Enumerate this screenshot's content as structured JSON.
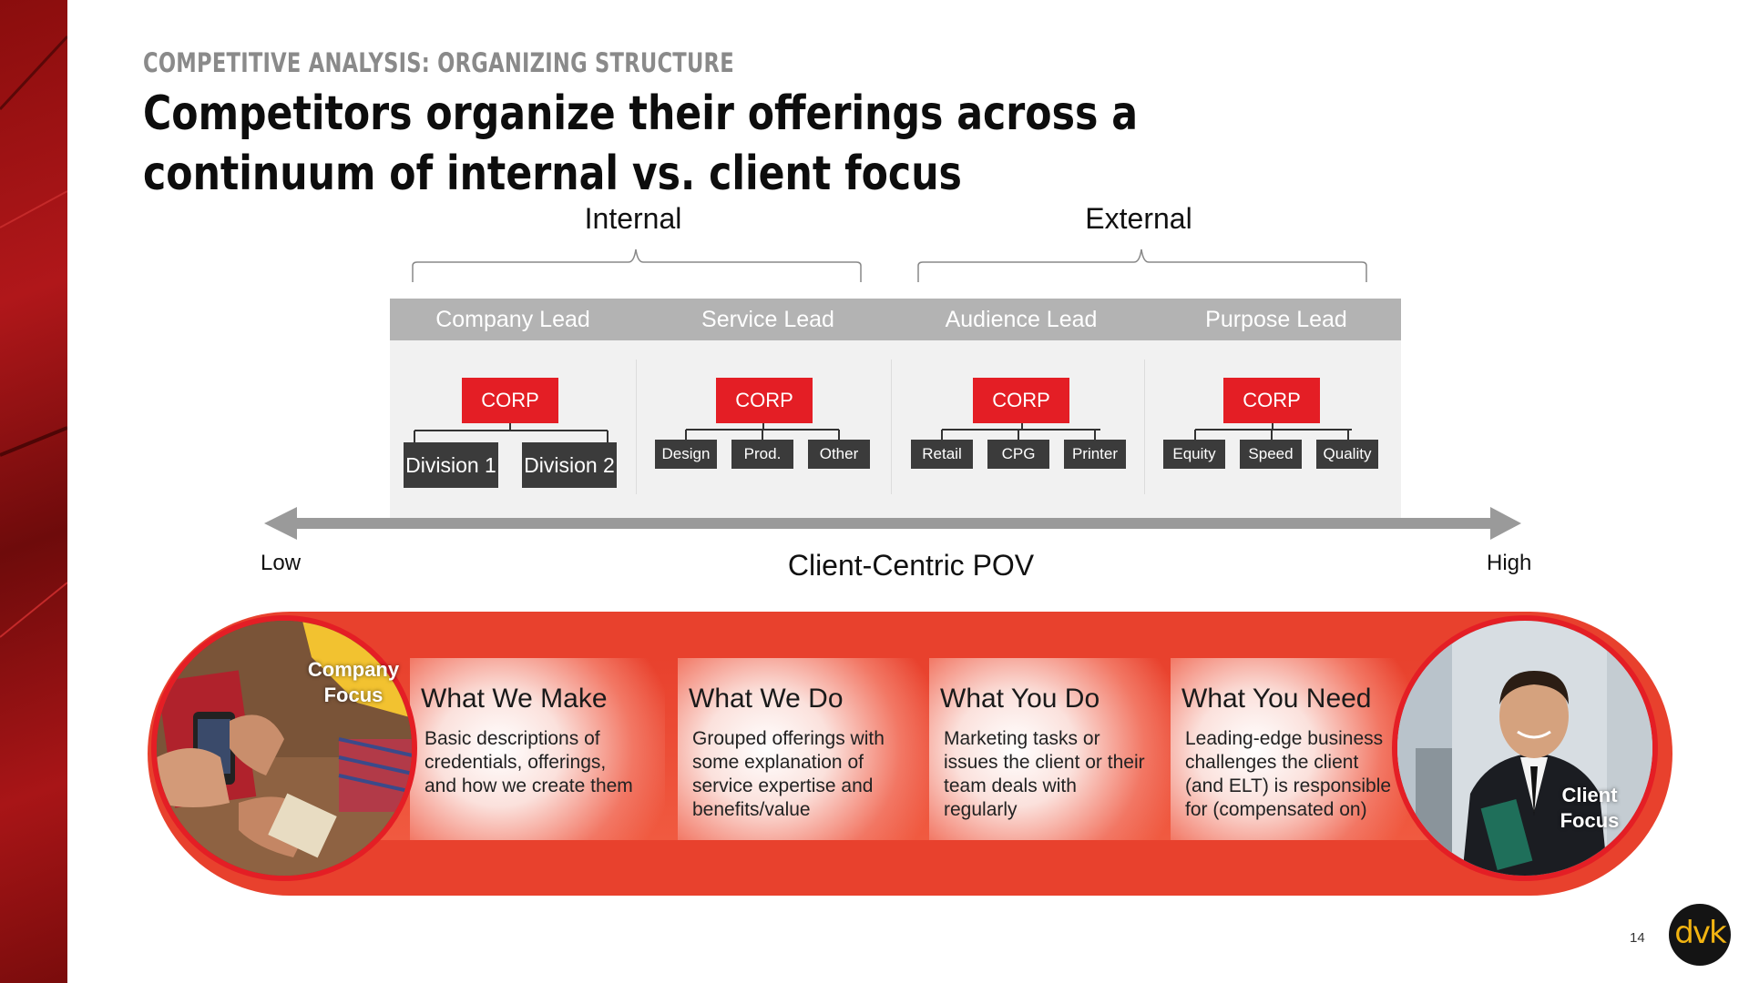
{
  "kicker": "COMPETITIVE ANALYSIS: ORGANIZING STRUCTURE",
  "headline": "Competitors organize their offerings across a continuum of internal vs. client focus",
  "groups": {
    "internal": "Internal",
    "external": "External"
  },
  "columns": [
    {
      "header": "Company Lead",
      "corp": "CORP",
      "subs": [
        "Division 1",
        "Division 2"
      ]
    },
    {
      "header": "Service Lead",
      "corp": "CORP",
      "subs": [
        "Design",
        "Prod.",
        "Other"
      ]
    },
    {
      "header": "Audience Lead",
      "corp": "CORP",
      "subs": [
        "Retail",
        "CPG",
        "Printer"
      ]
    },
    {
      "header": "Purpose Lead",
      "corp": "CORP",
      "subs": [
        "Equity",
        "Speed",
        "Quality"
      ]
    }
  ],
  "axis": {
    "low": "Low",
    "high": "High",
    "title": "Client-Centric POV"
  },
  "continuum": [
    {
      "title": "What We Make",
      "body": "Basic descriptions of credentials, offerings, and how we create them"
    },
    {
      "title": "What We Do",
      "body": "Grouped offerings with some explanation of service expertise and benefits/value"
    },
    {
      "title": "What You Do",
      "body": "Marketing tasks or issues the client or their team deals with regularly"
    },
    {
      "title": "What You Need",
      "body": "Leading-edge business challenges the client (and ELT) is responsible for (compensated on)"
    }
  ],
  "photos": {
    "left_label": "Company Focus",
    "right_label": "Client Focus"
  },
  "page_number": "14",
  "logo_text": "dvk",
  "colors": {
    "accent_red": "#e41e25",
    "pill_red": "#e8412d",
    "header_gray": "#b3b3b3",
    "box_dark": "#3b3b3b",
    "logo_gold": "#f2b411"
  }
}
